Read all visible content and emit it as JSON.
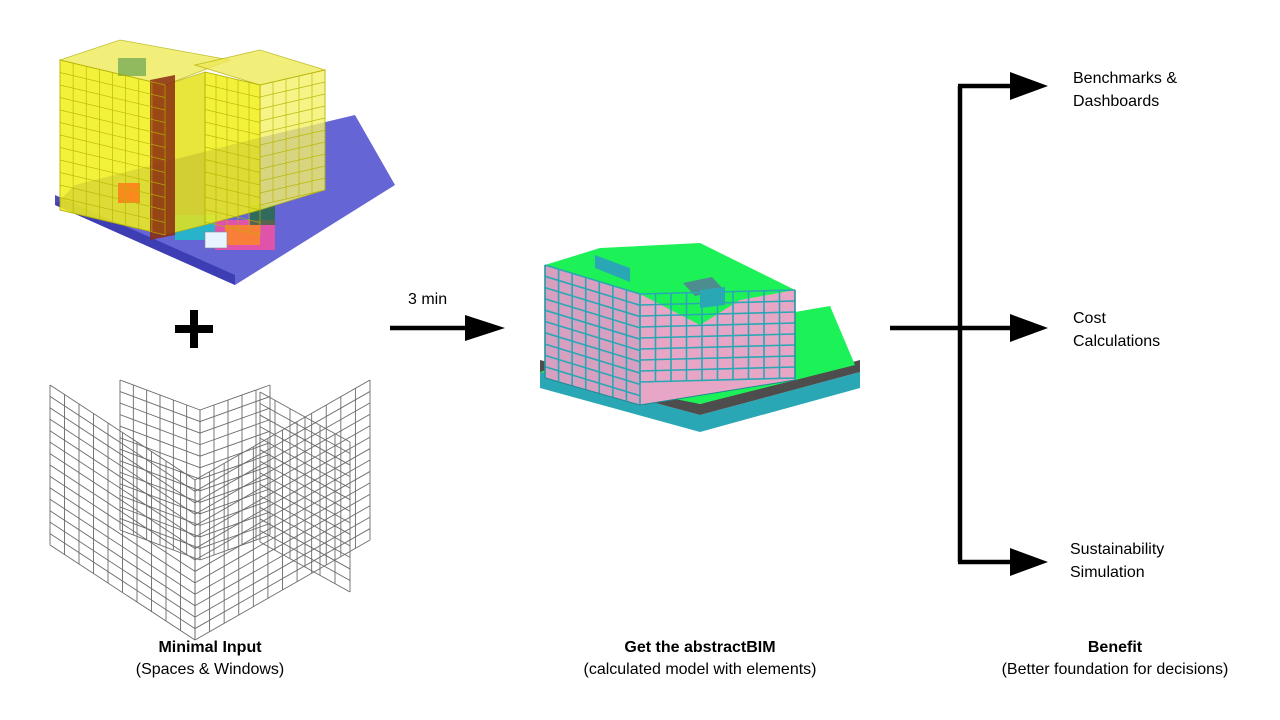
{
  "colors": {
    "spaces_yellow": "#f2f01a",
    "spaces_blue": "#4a4acf",
    "model_green": "#1cf257",
    "model_teal": "#2aa7b5",
    "window_pink": "#e8a6c6",
    "arrow": "#000000"
  },
  "input": {
    "plus_symbol": "+",
    "title": "Minimal Input",
    "subtitle": "(Spaces & Windows)"
  },
  "process": {
    "time_label": "3 min",
    "title": "Get the abstractBIM",
    "subtitle": "(calculated model with elements)"
  },
  "benefits": {
    "items": [
      {
        "line1": "Benchmarks &",
        "line2": "Dashboards"
      },
      {
        "line1": "Cost",
        "line2": "Calculations"
      },
      {
        "line1": "Sustainability",
        "line2": "Simulation"
      }
    ],
    "title": "Benefit",
    "subtitle": "(Better foundation for decisions)"
  }
}
